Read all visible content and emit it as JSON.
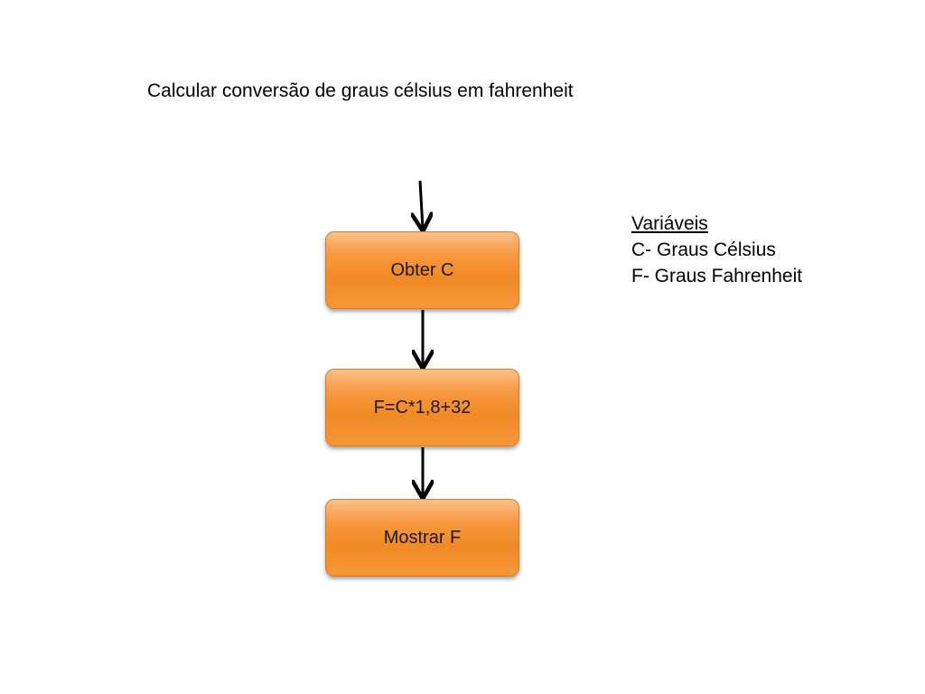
{
  "title": "Calcular conversão de graus célsius em fahrenheit",
  "flow": {
    "steps": [
      {
        "label": "Obter C"
      },
      {
        "label": "F=C*1,8+32"
      },
      {
        "label": "Mostrar F"
      }
    ]
  },
  "variables": {
    "heading": "Variáveis",
    "items": [
      "C- Graus Célsius",
      "F- Graus Fahrenheit"
    ]
  },
  "colors": {
    "box_fill": "#f39130",
    "box_border": "#e07a1a",
    "arrow": "#000000"
  }
}
